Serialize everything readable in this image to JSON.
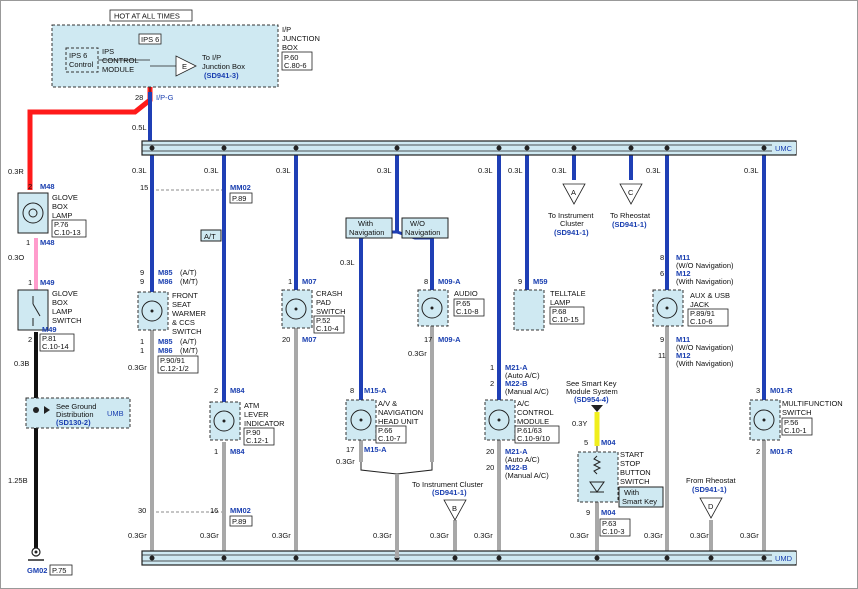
{
  "colors": {
    "red": "#ff1a1a",
    "pink": "#ff9ccc",
    "black": "#111111",
    "blue": "#1f3fb5",
    "gray": "#a8a8a8",
    "yellow": "#f0ee1c",
    "lightblue": "#cfe9f2"
  },
  "top": {
    "hot_label": "HOT AT ALL TIMES",
    "ips6": "IPS 6",
    "ips6_control": [
      "IPS 6",
      "Control"
    ],
    "ips_control_module": [
      "IPS",
      "CONTROL",
      "MODULE"
    ],
    "e_label": "E",
    "to_ip_jb": [
      "To I/P",
      "Junction Box"
    ],
    "to_ip_jb_ref": "(SD941-3)",
    "ip_jb": [
      "I/P",
      "JUNCTION",
      "BOX"
    ],
    "ip_jb_page": [
      "P.60",
      "C.80-6"
    ],
    "pin28": "28",
    "ipg": "I/P-G",
    "wire_05l": "0.5L"
  },
  "buses": {
    "umc": "UMC",
    "umd": "UMD"
  },
  "glovebox": {
    "wire_03r": "0.3R",
    "pin2a": "2",
    "m48a": "M48",
    "lamp": [
      "GLOVE",
      "BOX",
      "LAMP"
    ],
    "lamp_page": [
      "P.76",
      "C.10-13"
    ],
    "pin1a": "1",
    "m48b": "M48",
    "wire_03o": "0.3O",
    "pin1b": "1",
    "m49a": "M49",
    "switch": [
      "GLOVE",
      "BOX",
      "LAMP",
      "SWITCH"
    ],
    "switch_page": [
      "P.81",
      "C.10-14"
    ],
    "pin2b": "2",
    "m49b": "M49",
    "wire_03b": "0.3B",
    "ground_dist": [
      "See Ground",
      "Distribution"
    ],
    "ground_ref": "(SD130-2)",
    "umb": "UMB",
    "wire_125b": "1.25B",
    "gm02": "GM02",
    "gm02_page": "P.75"
  },
  "col1": {
    "w_top": "0.3L",
    "pin15": "15",
    "pin9": "9",
    "pin9b": "9",
    "m85at": "M85",
    "m85at_s": "(A/T)",
    "m86mt": "M86",
    "m86mt_s": "(M/T)",
    "name": [
      "FRONT",
      "SEAT",
      "WARMER",
      "& CCS",
      "SWITCH"
    ],
    "pin1a": "1",
    "pin1b": "1",
    "m85b": "M85",
    "m85b_s": "(A/T)",
    "m86b": "M86",
    "m86b_s": "(M/T)",
    "page": [
      "P.90/91",
      "C.12-1/2"
    ],
    "w_bot": "0.3Gr",
    "pin30": "30",
    "w_end": "0.3Gr"
  },
  "col2": {
    "w_top": "0.3L",
    "mm02": "MM02",
    "mm02_page": "P.89",
    "at": "A/T",
    "pin2": "2",
    "m84a": "M84",
    "name": [
      "ATM",
      "LEVER",
      "INDICATOR"
    ],
    "page": [
      "P.90",
      "C.12-1"
    ],
    "pin1": "1",
    "m84b": "M84",
    "pin16": "16",
    "mm02b": "MM02",
    "mm02b_page": "P.89",
    "w_end": "0.3Gr"
  },
  "col3": {
    "w_top": "0.3L",
    "pin1": "1",
    "m07a": "M07",
    "name": [
      "CRASH",
      "PAD",
      "SWITCH"
    ],
    "page": [
      "P.52",
      "C.10-4"
    ],
    "pin20": "20",
    "m07b": "M07",
    "w_end": "0.3Gr"
  },
  "col4": {
    "w_top": "0.3L",
    "with_nav": [
      "With",
      "Navigation"
    ],
    "wo_nav": [
      "W/O",
      "Navigation"
    ],
    "w_mid": "0.3L",
    "pin8": "8",
    "m15a": "M15-A",
    "name": [
      "A/V &",
      "NAVIGATION",
      "HEAD UNIT"
    ],
    "page": [
      "P.66",
      "C.10-7"
    ],
    "pin17": "17",
    "m15b": "M15-A",
    "w_bot": "0.3Gr",
    "w_end": "0.3Gr"
  },
  "col5": {
    "pin8": "8",
    "m09a": "M09-A",
    "name": "AUDIO",
    "page": [
      "P.65",
      "C.10-8"
    ],
    "pin17": "17",
    "m09b": "M09-A",
    "w_bot": "0.3Gr",
    "to_cluster": "To Instrument Cluster",
    "to_cluster_ref": "(SD941-1)",
    "b": "B",
    "w_end": "0.3Gr"
  },
  "col6": {
    "w_top": "0.3L",
    "pin1": "1",
    "m21a": "M21-A",
    "m21a_s": "(Auto A/C)",
    "pin2": "2",
    "m22b": "M22-B",
    "m22b_s": "(Manual A/C)",
    "name": [
      "A/C",
      "CONTROL",
      "MODULE"
    ],
    "page": [
      "P.61/63",
      "C.10-9/10"
    ],
    "pin20a": "20",
    "m21a2": "M21-A",
    "m21a2_s": "(Auto A/C)",
    "pin20b": "20",
    "m22b2": "M22-B",
    "m22b2_s": "(Manual A/C)",
    "w_end": "0.3Gr"
  },
  "col7": {
    "w_top": "0.3L",
    "pin9": "9",
    "m59": "M59",
    "name": [
      "TELLTALE",
      "LAMP"
    ],
    "page": [
      "P.68",
      "C.10-15"
    ],
    "smart_key": [
      "See Smart Key",
      "Module System"
    ],
    "smart_key_ref": "(SD954-4)",
    "w_y": "0.3Y",
    "pin5": "5",
    "m04a": "M04",
    "name2": [
      "START",
      "STOP",
      "BUTTON",
      "SWITCH"
    ],
    "with_sk": [
      "With",
      "Smart Key"
    ],
    "pin9b": "9",
    "m04b": "M04",
    "page2": [
      "P.63",
      "C.10-3"
    ],
    "w_end": "0.3Gr"
  },
  "col8": {
    "w_top": "0.3L",
    "a": "A",
    "to_cluster": "To Instrument",
    "to_cluster2": "Cluster",
    "to_cluster_ref": "(SD941-1)",
    "c": "C",
    "to_rheo": "To Rheostat",
    "to_rheo_ref": "(SD941-1)",
    "from_rheo": "From Rheostat",
    "from_rheo_ref": "(SD941-1)",
    "d": "D",
    "w_end": "0.3Gr"
  },
  "col9": {
    "w_top": "0.3L",
    "pin8": "8",
    "m11": "M11",
    "m11_s": "(W/O Navigation)",
    "pin6": "6",
    "m12": "M12",
    "m12_s": "(With Navigation)",
    "name": [
      "AUX & USB",
      "JACK"
    ],
    "page": [
      "P.89/91",
      "C.10-6"
    ],
    "pin9": "9",
    "m11b": "M11",
    "m11b_s": "(W/O Navigation)",
    "pin11": "11",
    "m12b": "M12",
    "m12b_s": "(With Navigation)",
    "w_end": "0.3Gr"
  },
  "col10": {
    "w_top": "0.3L",
    "pin3": "3",
    "m01a": "M01-R",
    "name": [
      "MULTIFUNCTION",
      "SWITCH"
    ],
    "page": [
      "P.56",
      "C.10-1"
    ],
    "pin2": "2",
    "m01b": "M01-R",
    "w_end": "0.3Gr"
  }
}
